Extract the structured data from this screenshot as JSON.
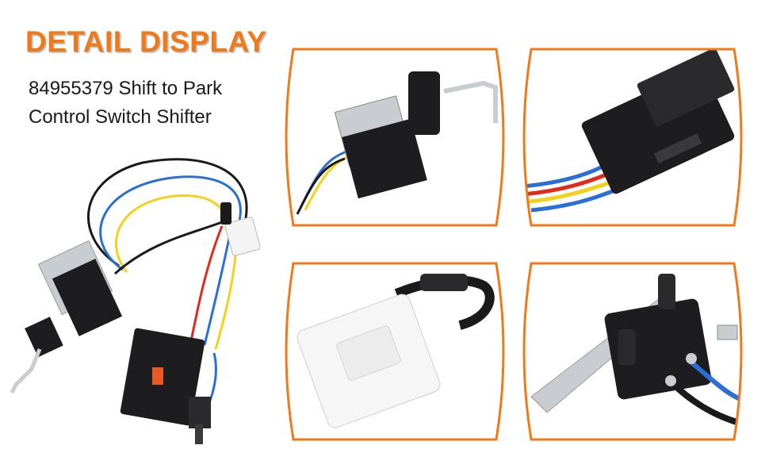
{
  "header": {
    "title": "DETAIL DISPLAY",
    "subtitle_line1": "84955379 Shift to Park",
    "subtitle_line2": "Control Switch Shifter"
  },
  "colors": {
    "title_orange": "#f07a1a",
    "frame_orange": "#f07a1a",
    "wire_blue": "#2b6fd6",
    "wire_yellow": "#f2d21c",
    "wire_red": "#e02a1a",
    "wire_black": "#1a1a1a",
    "housing_black": "#1d1d1f",
    "metal_silver": "#c9ccd0"
  },
  "images": [
    {
      "name": "product-overview",
      "content": "wiring-harness-with-switch-and-connectors"
    },
    {
      "name": "detail-switch",
      "content": "micro-switch-with-pin"
    },
    {
      "name": "detail-black-connector",
      "content": "black-connector-with-wires"
    },
    {
      "name": "detail-white-connector",
      "content": "white-connector"
    },
    {
      "name": "detail-micro-switch",
      "content": "micro-switch-with-lever"
    }
  ]
}
